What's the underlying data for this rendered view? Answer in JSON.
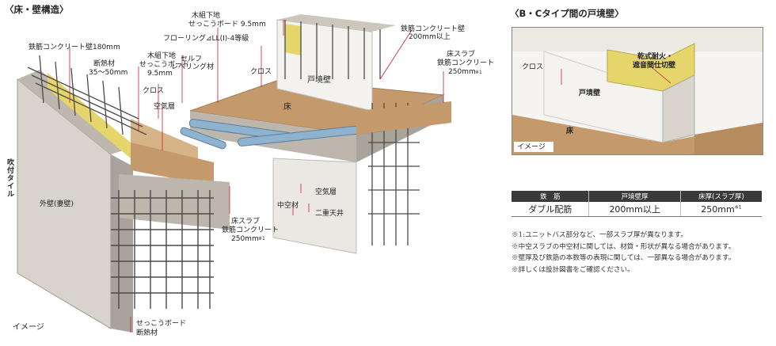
{
  "left_panel": {
    "title": "〈床・壁構造〉",
    "image_caption": "イメージ",
    "labels": {
      "rc_wall_180": "鉄筋コンクリート壁180mm",
      "insulation_top": "断熱材",
      "insulation_thickness": "35〜50mm",
      "wood_base_top_1": "木組下地",
      "wood_base_top_2": "せっこうボード",
      "wood_base_top_3": "9.5mm",
      "cloth_left": "クロス",
      "air_layer_left": "空気層",
      "wood_base_mid_1": "木組下地",
      "wood_base_mid_2": "せっこうボード 9.5mm",
      "flooring": "フローリング⊿LL(Ⅰ)-4等級",
      "self_leveling_1": "セルフ",
      "self_leveling_2": "レベリング材",
      "cloth_center": "クロス",
      "partition_wall": "戸境壁",
      "floor": "床",
      "rc_wall_200_1": "鉄筋コンクリート壁",
      "rc_wall_200_2": "200mm以上",
      "slab_1": "床スラブ",
      "slab_2": "鉄筋コンクリート",
      "slab_3": "250mm",
      "slab_note": "※1",
      "tile_vertical": "吹付タイル",
      "exterior_wall": "外壁(妻壁)",
      "air_layer_bottom": "空気層",
      "hollow_material": "中空材",
      "double_ceiling": "二重天井",
      "floor_slab_1": "床スラブ",
      "floor_slab_2": "鉄筋コンクリート",
      "floor_slab_3": "250mm",
      "floor_slab_note": "※1",
      "gypsum_bottom": "せっこうボード",
      "insulation_bottom": "断熱材"
    }
  },
  "right_panel": {
    "title": "〈B・Cタイプ間の戸境壁〉",
    "image_caption": "イメージ",
    "labels": {
      "cloth": "クロス",
      "fire_wall_1": "乾式耐火・",
      "fire_wall_2": "遮音間仕切壁",
      "partition_wall": "戸境壁",
      "floor": "床"
    }
  },
  "spec_table": {
    "headers": [
      "鉄　筋",
      "戸境壁厚",
      "床厚(スラブ厚)"
    ],
    "row": [
      "ダブル配筋",
      "200mm以上",
      "250mm"
    ],
    "row_note": "※1"
  },
  "notes": [
    "※1:ユニットバス部分など、一部スラブ厚が異なります。",
    "※中空スラブの中空材に関しては、材質・形状が異なる場合があります。",
    "※壁厚及び鉄筋の本数等の表現に関しては、一部異なる場合があります。",
    "※詳しくは設計図書をご確認ください。"
  ],
  "colors": {
    "concrete": "#cfcac2",
    "concrete_dark": "#9e9890",
    "wood_floor": "#c49a6c",
    "insulation": "#e6d56a",
    "rebar": "#4a4a4a",
    "pipe": "#8fb3cf",
    "accent_line": "#c8202a"
  }
}
